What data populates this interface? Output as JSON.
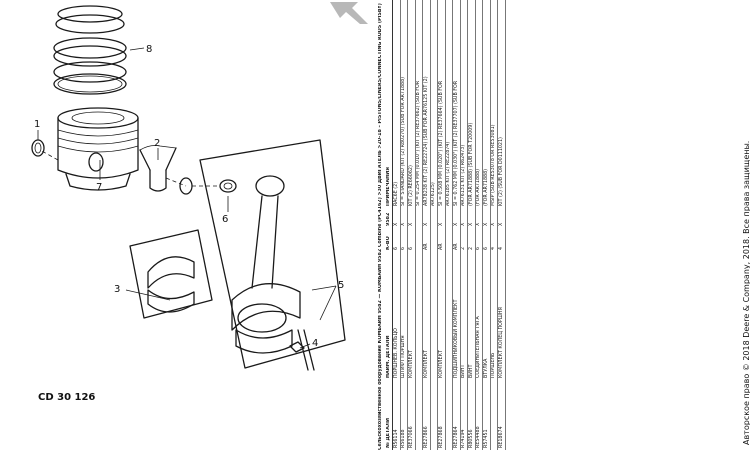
{
  "figure": {
    "code": "CD 30 126",
    "callouts": [
      "1",
      "2",
      "3",
      "4",
      "5",
      "6",
      "7",
      "8"
    ]
  },
  "table": {
    "heading": "Сельскохозяйственное оборудование КОМБАЙН 9582 — КОМБАЙН 9582 Combine (PC4162) >30 ДВИГАТЕЛЬ >20-18 – PISTONS/LINERS/CONNECTING RODS (PISBY)",
    "columns": [
      "№ ДЕТАЛИ",
      "НАИМ. ДЕТАЛИ",
      "К-ВО",
      "9582",
      "ПРИМЕЧАНИЯ"
    ],
    "rows": [
      {
        "part": "R56114",
        "name": "ПОРШНЕВ. КОЛЬЦО",
        "qty": "6",
        "mark": "X",
        "note": "RAC6E (2)"
      },
      {
        "part": "R56188",
        "name": "ШТИФТ ПОРШНЯ",
        "qty": "6",
        "mark": "X",
        "note": "SI = STANDARD (KIT (2) R80270) (SUB FOR AR71888)"
      },
      {
        "part": "RE37066",
        "name": "КОМПЛЕКТ",
        "qty": "6",
        "mark": "X",
        "note": "KIT (2) RE66062)"
      },
      {
        "part": "",
        "name": "",
        "qty": "",
        "mark": "",
        "note": "SI = 0.254 MM (0.010\") (KIT (2) RE37662) (SUB FOR"
      },
      {
        "part": "RE27866",
        "name": "КОМПЛЕКТ",
        "qty": "AR",
        "mark": "X",
        "note": "AR78238 KIT (2) RE22724) (SUB FOR AR76125 KIT (2)"
      },
      {
        "part": "",
        "name": "",
        "qty": "",
        "mark": "",
        "note": "AR76125)"
      },
      {
        "part": "RE27868",
        "name": "КОМПЛЕКТ",
        "qty": "AR",
        "mark": "X",
        "note": "SI = 0.508 MM (0.020\") (KIT (2) RE37664) (SUB FOR"
      },
      {
        "part": "",
        "name": "",
        "qty": "",
        "mark": "",
        "note": "AR76185 KIT (2) RE22874)"
      },
      {
        "part": "RE27864",
        "name": "ПОДШИПНИКОВЫЙ КОМПЛЕКТ",
        "qty": "AR",
        "mark": "X",
        "note": "SI = 0.762 MM (0.030\") (KIT (2) RE37707) (SUB FOR"
      },
      {
        "part": "R74194",
        "name": "ВИНТ",
        "qty": "2",
        "mark": "X",
        "note": "AR76131 KIT (2) R62473)"
      },
      {
        "part": "R80556",
        "name": "ВИНТ",
        "qty": "2",
        "mark": "X",
        "note": "(FOR AR71888) (SUB FOR T20009)"
      },
      {
        "part": "RE54488",
        "name": "СОЕДИНИТЕЛЬНАЯ ТЯГА",
        "qty": "6",
        "mark": "X",
        "note": "(FOR AR71888)"
      },
      {
        "part": "R57451",
        "name": "ВТУЛКА",
        "qty": "6",
        "mark": "X",
        "note": "(FOR AR71888)"
      },
      {
        "part": "",
        "name": "ПОРШЕНЬ",
        "qty": "4",
        "mark": "X",
        "note": "MSIP (SUB RE53078 OR RE53081)"
      },
      {
        "part": "RE18674",
        "name": "КОМПЛЕКТ КОЛЕЦ ПОРШНЯ",
        "qty": "4",
        "mark": "X",
        "note": "KIT (2) (SUB FOR D0111021)"
      }
    ]
  },
  "copyright": "Авторское право © 2018 Deere & Company, 2018. Все права защищены."
}
